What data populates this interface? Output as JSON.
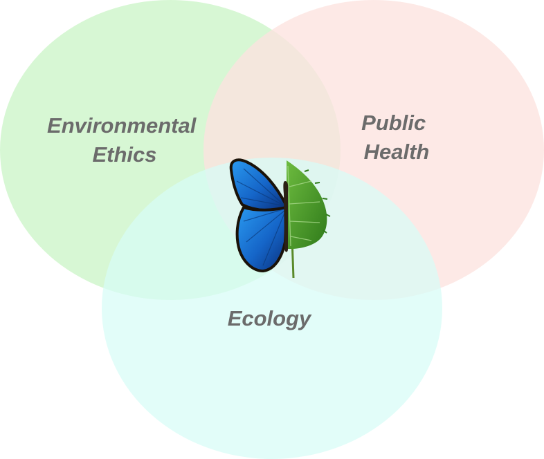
{
  "diagram": {
    "type": "venn",
    "sets": [
      {
        "id": "environmental-ethics",
        "label_lines": [
          "Environmental",
          "Ethics"
        ],
        "fill": "#ccf5c8"
      },
      {
        "id": "public-health",
        "label_lines": [
          "Public",
          "Health"
        ],
        "fill": "#fde3df"
      },
      {
        "id": "ecology",
        "label_lines": [
          "Ecology"
        ],
        "fill": "#d7fcf7"
      }
    ],
    "center_image": {
      "description_icon": "butterfly-leaf-icon",
      "wing_color": "#1e7fd8",
      "leaf_color": "#4f9a2c"
    },
    "label_color": "#6b6b6b"
  }
}
